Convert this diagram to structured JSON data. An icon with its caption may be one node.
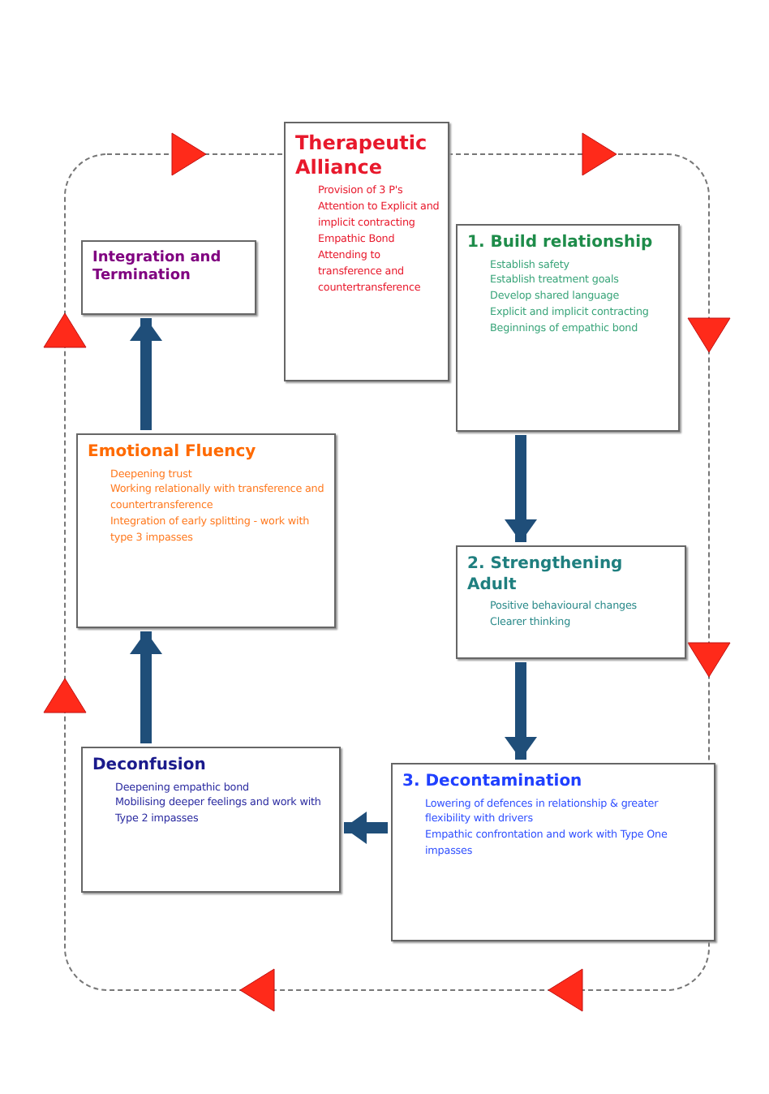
{
  "diagram": {
    "nodes": [
      {
        "text": [
          "Therapeutic Alliance",
          "Provision of 3 P's",
          "Attention to Explicit and implicit contracting",
          "Empathic Bond",
          "Attending to transference and countertransference"
        ]
      },
      {
        "text": [
          "1. Build relationship",
          "Establish safety",
          "Establish treatment goals",
          "Develop shared language",
          "Explicit and implicit contracting",
          "Beginnings of empathic bond"
        ]
      },
      {
        "text": [
          "2. Strengthening Adult",
          "Positive behavioural changes",
          "Clearer thinking"
        ]
      },
      {
        "text": [
          "3. Decontamination",
          "Lowering of defences in relationship & greater flexibility with drivers",
          "Empathic confrontation and work with Type One impasses"
        ]
      },
      {
        "text": [
          "Deconfusion",
          "Deepening empathic bond",
          "Mobilising deeper feelings and work with Type 2 impasses"
        ]
      },
      {
        "text": [
          "Emotional Fluency",
          "Deepening trust",
          "Working relationally with transference and countertransference",
          "Integration of early splitting - work with type 3 impasses"
        ]
      },
      {
        "text": [
          "Integration and Termination"
        ]
      }
    ],
    "edges": [
      {
        "from": 1,
        "to": 2,
        "arrow": "to"
      },
      {
        "from": 2,
        "to": 3,
        "arrow": "to"
      },
      {
        "from": 3,
        "to": 4,
        "arrow": "to"
      },
      {
        "from": 4,
        "to": 5,
        "arrow": "to"
      },
      {
        "from": 5,
        "to": 6,
        "arrow": "to"
      }
    ]
  }
}
